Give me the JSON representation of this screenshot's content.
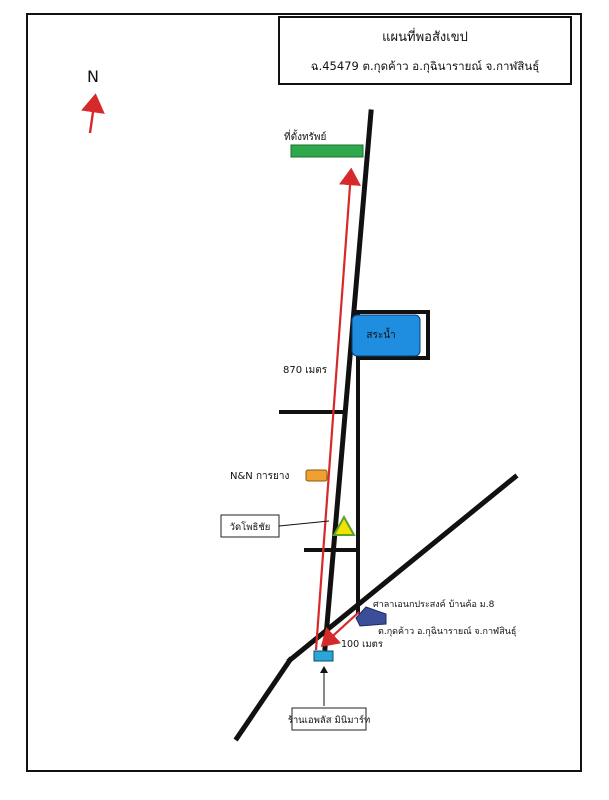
{
  "title": {
    "line1": "แผนที่พอสังเขป",
    "line2": "ฉ.45479  ต.กุดค้าว  อ.กุฉินารายณ์  จ.กาฬสินธุ์"
  },
  "north_label": "N",
  "places": {
    "land": "ที่ตั้งทรัพย์",
    "pond": "สระน้ำ",
    "nn_shop": "N&N การยาง",
    "temple": "วัดโพธิชัย",
    "shrine_line1": "ศาลาเอนกประสงค์ บ้านค้อ ม.8",
    "shrine_line2": "ต.กุดค้าว อ.กุฉินารายณ์ จ.กาฬสินธุ์",
    "minimart": "ร้านเอพลัส มินิมาร์ท"
  },
  "distances": {
    "long": "870 เมตร",
    "short": "100 เมตร"
  },
  "colors": {
    "route": "#d62a2a",
    "land": "#2ea84a",
    "pond": "#1f8ee0",
    "nn_shop": "#f0a030",
    "temple": "#f2e200",
    "temple_edge": "#5aa02a",
    "shrine": "#3a4e9a",
    "minimart": "#2aa6d8"
  }
}
